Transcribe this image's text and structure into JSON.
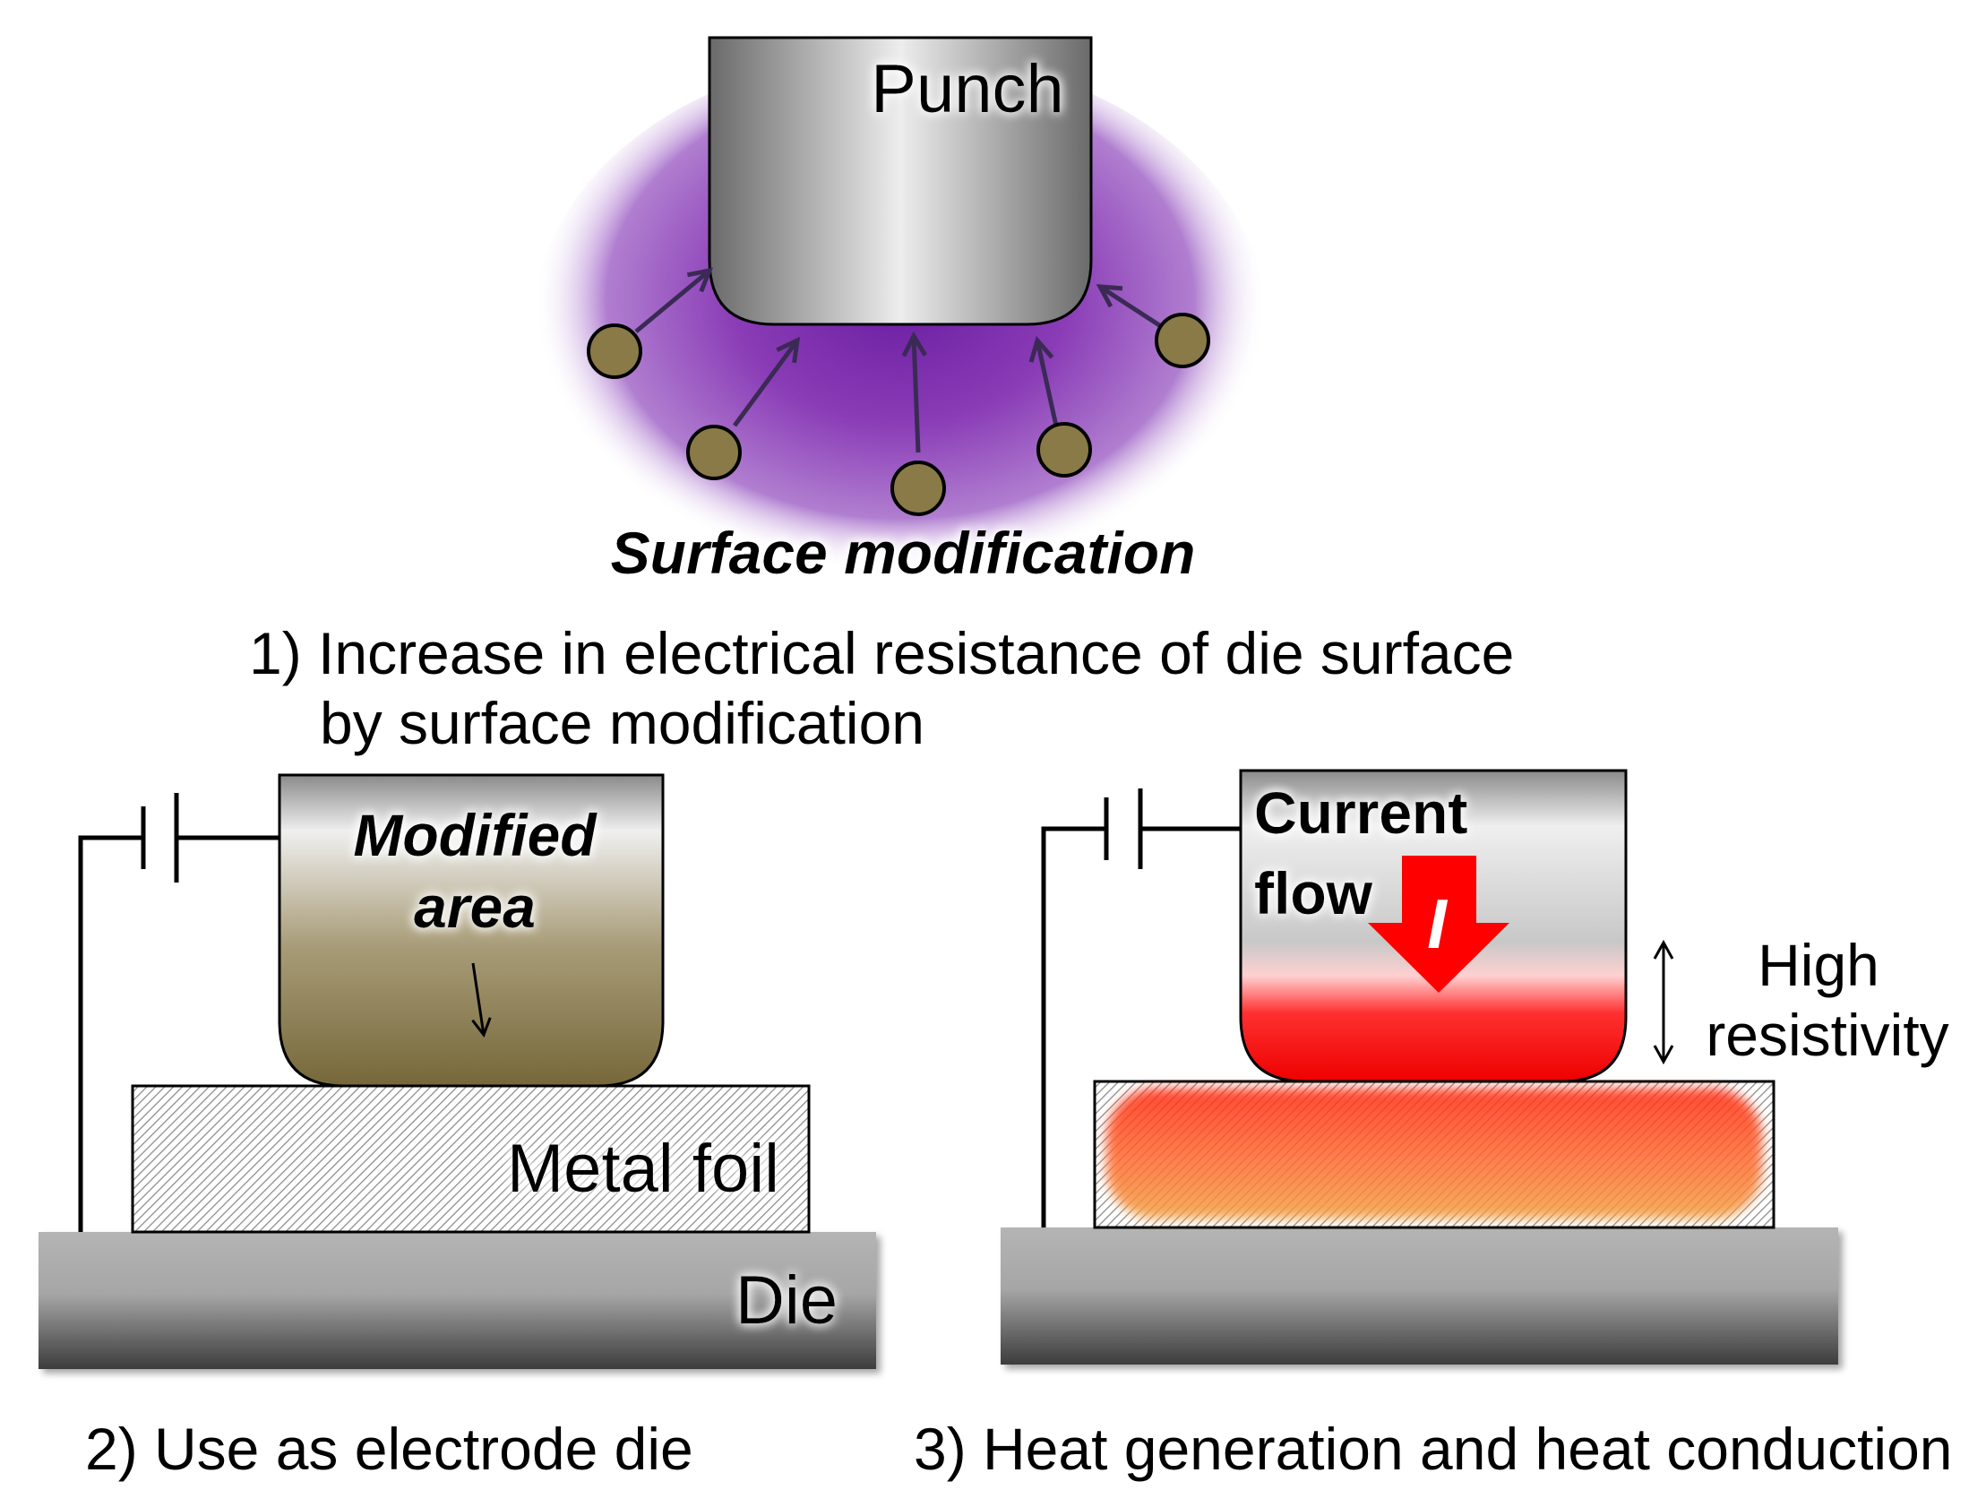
{
  "panel1": {
    "punch_label": "Punch",
    "surface_label": "Surface modification",
    "caption_line1": "1) Increase in electrical resistance of die surface",
    "caption_line2": "by surface modification"
  },
  "panel2": {
    "modified_line1": "Modified",
    "modified_line2": "area",
    "foil_label": "Metal foil",
    "die_label": "Die",
    "caption": "2) Use as electrode die"
  },
  "panel3": {
    "current_line1": "Current",
    "current_line2": "flow",
    "current_symbol": "I",
    "resist_line1": "High",
    "resist_line2": "resistivity",
    "caption": "3)  Heat generation and heat conduction"
  },
  "colors": {
    "plasma": "#7a2aa8",
    "particle": "#8a7a48",
    "modified_area": "#7a6a3a",
    "current_arrow": "#ff0000",
    "heat": "#ff3a1a"
  }
}
